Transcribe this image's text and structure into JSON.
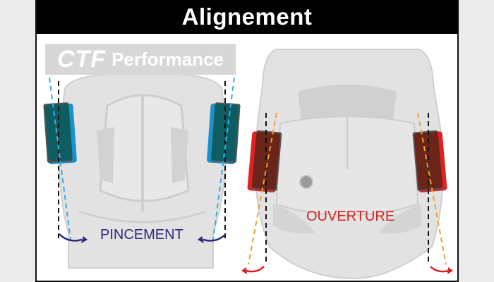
{
  "title": "Alignement",
  "brand": {
    "ctf": "CTF",
    "performance": "Performance"
  },
  "labels": {
    "pincement": "PINCEMENT",
    "ouverture": "OUVERTURE"
  },
  "colors": {
    "background": "#ebebeb",
    "frame": "#ffffff",
    "title_bar": "#000000",
    "car_body": "#e2e2e2",
    "car_line": "#c9c9c9",
    "tire_gray": "#555555",
    "toe_in_wheel": "#0e5d63",
    "toe_in_accent": "#1f8fc8",
    "toe_out_wheel": "#6b2418",
    "toe_out_accent": "#e32020",
    "pincement_text": "#2b2a7a",
    "ouverture_text": "#d42323",
    "reference_line": "#111111",
    "toe_in_line": "#3fa9e0",
    "toe_out_line": "#f0a030",
    "toe_in_arrow": "#2b2a7a",
    "toe_out_arrow": "#d42323"
  },
  "icons": [
    "curved-arrow-icon"
  ]
}
